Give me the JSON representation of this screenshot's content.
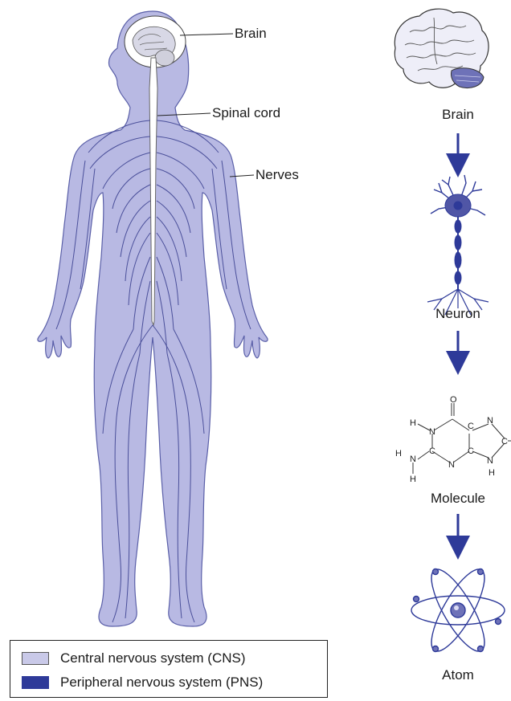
{
  "body_figure": {
    "labels": {
      "brain": "Brain",
      "spinal_cord": "Spinal cord",
      "nerves": "Nerves"
    }
  },
  "scale_series": {
    "levels": [
      {
        "label": "Brain",
        "icon": "brain-icon"
      },
      {
        "label": "Neuron",
        "icon": "neuron-icon"
      },
      {
        "label": "Molecule",
        "icon": "molecule-icon"
      },
      {
        "label": "Atom",
        "icon": "atom-icon"
      }
    ],
    "molecule_atoms": {
      "O": "O",
      "N": "N",
      "C": "C",
      "H": "H"
    }
  },
  "legend": {
    "cns": {
      "label": "Central nervous system (CNS)",
      "color": "#c9c9e8"
    },
    "pns": {
      "label": "Peripheral nervous system (PNS)",
      "color": "#2e3a99"
    }
  },
  "colors": {
    "body_fill": "#b8b9e3",
    "body_stroke": "#5a5fa8",
    "nerve": "#4a4f9a",
    "arrow": "#2e3a99"
  }
}
